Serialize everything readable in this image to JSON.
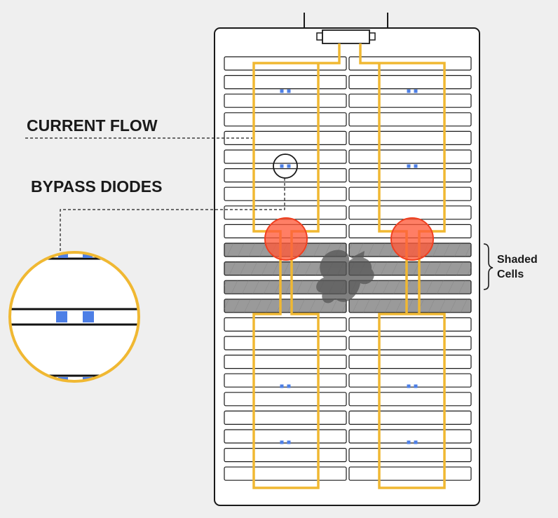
{
  "labels": {
    "current_flow": "CURRENT FLOW",
    "bypass_diodes": "BYPASS DIODES",
    "shaded_line1": "Shaded",
    "shaded_line2": "Cells"
  },
  "panel": {
    "rows": 23,
    "shaded_rows": [
      10,
      11,
      12,
      13
    ],
    "columns": 2
  },
  "colors": {
    "background": "#efefef",
    "outline": "#1a1a1a",
    "cell_fill": "#ffffff",
    "shaded_cell_fill": "#9a9a9a",
    "current_path": "#f0b832",
    "hotspot": "#ff5a3a",
    "diode": "#4d7fe6",
    "shadow": "#555555"
  },
  "icons": {
    "junction_box": "junction-box-icon",
    "hotspot": "hotspot-icon",
    "leaf_shadow": "leaf-shadow-icon",
    "magnifier": "magnifier-icon"
  }
}
